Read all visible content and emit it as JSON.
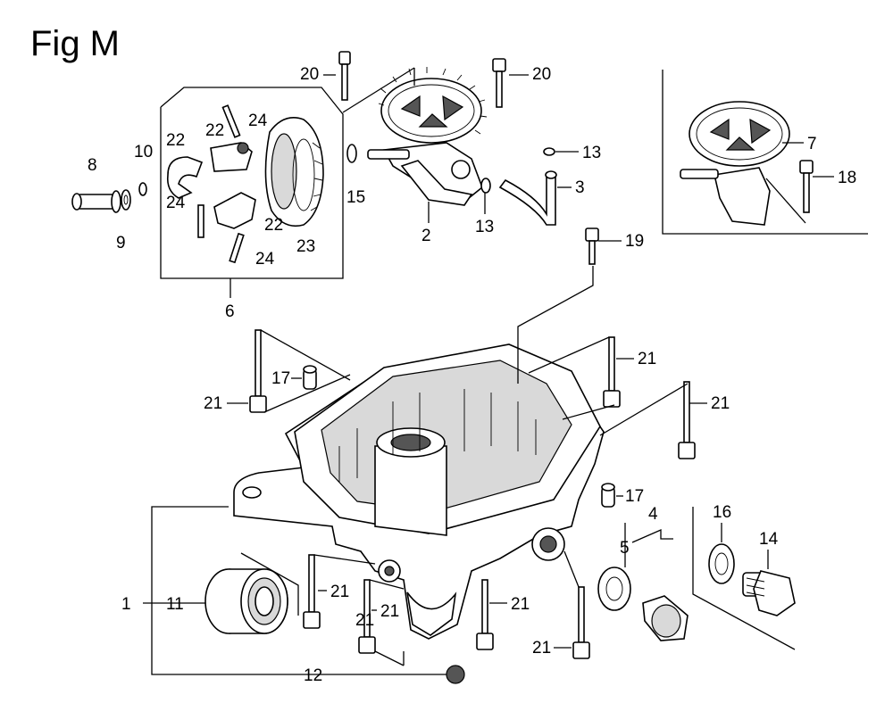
{
  "figure": {
    "title": "Fig M"
  },
  "callouts": [
    "20",
    "20",
    "22",
    "24",
    "22",
    "10",
    "8",
    "9",
    "24",
    "22",
    "23",
    "24",
    "6",
    "15",
    "2",
    "13",
    "13",
    "3",
    "7",
    "18",
    "19",
    "17",
    "21",
    "21",
    "21",
    "21",
    "17",
    "4",
    "5",
    "16",
    "14",
    "1",
    "11",
    "21",
    "21",
    "21",
    "21",
    "12"
  ]
}
